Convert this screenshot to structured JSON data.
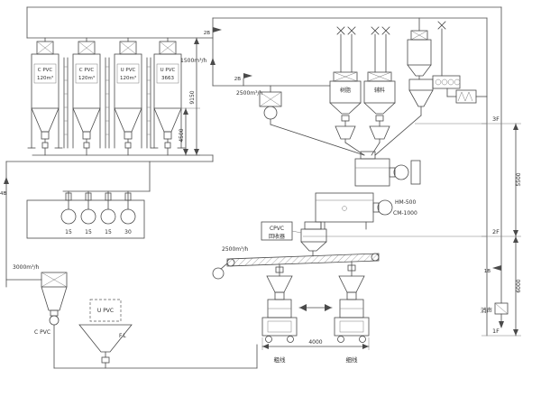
{
  "colors": {
    "ink": "#4a4a4a",
    "bg": "#ffffff"
  },
  "labels": {
    "silos": [
      {
        "l1": "C PVC",
        "l2": "120m³"
      },
      {
        "l1": "C PVC",
        "l2": "120m³"
      },
      {
        "l1": "U PVC",
        "l2": "120m³"
      },
      {
        "l1": "U PVC",
        "l2": "3663"
      }
    ],
    "blowers": [
      "15",
      "15",
      "15",
      "30"
    ],
    "floors": [
      "3F",
      "2F",
      "1F"
    ],
    "dims": {
      "silo_support": "4500",
      "silo_total": "9150",
      "f2_f3": "5500",
      "f1_f2": "6000",
      "packer_span": "4000"
    },
    "flows": {
      "vent": "1500m³/h",
      "convey_top": "2500m³/h",
      "convey_screw": "2500m³/h",
      "collector": "3000m³/h"
    },
    "tags": {
      "line2b_top": "2B",
      "line2b_mid": "2B",
      "line4b": "4B",
      "line1b": "1B"
    },
    "equipment": {
      "resin": "树脂",
      "additive": "辅料",
      "hot_mixer": "HM-500",
      "cool_mixer": "CM-1000",
      "recycle_l1": "CPVC",
      "recycle_l2": "回收器",
      "collector_material": "C PVC",
      "hopper_material": "U PVC",
      "floor_level": "F.L",
      "line_coarse": "粗线",
      "line_fine": "细线",
      "silencer": "消声"
    }
  }
}
